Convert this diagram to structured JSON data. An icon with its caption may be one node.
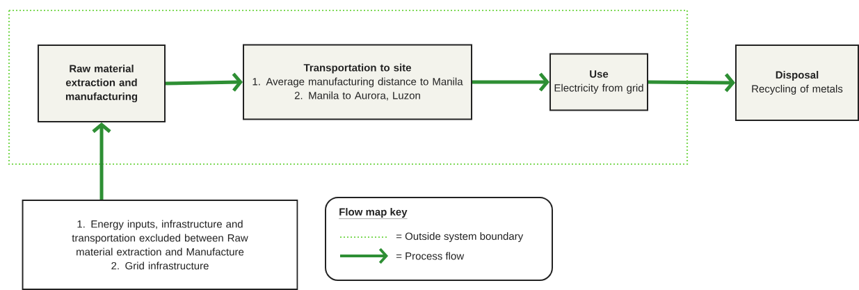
{
  "diagram": {
    "nodes": [
      {
        "text": [
          "Raw material extraction and manufacturing"
        ]
      },
      {
        "text": [
          "Transportation to site",
          "1. Average manufacturing distance to Manila",
          "2. Manila to Aurora, Luzon"
        ]
      },
      {
        "text": [
          "Use",
          "Electricity from grid"
        ]
      },
      {
        "text": [
          "Disposal",
          "Recycling of metals"
        ]
      },
      {
        "text": [
          "1. Energy inputs, infrastructure and transportation excluded between Raw material extraction and Manufacture",
          "2. Grid infrastructure"
        ]
      }
    ],
    "edges": [
      {
        "from": 4,
        "to": 0,
        "arrow": "to"
      },
      {
        "from": 0,
        "to": 1,
        "arrow": "to"
      },
      {
        "from": 1,
        "to": 2,
        "arrow": "to"
      },
      {
        "from": 2,
        "to": 3,
        "arrow": "to"
      }
    ],
    "labels": [
      "Flow map key"
    ],
    "legend": [
      {
        "text": "= Outside system boundary"
      },
      {
        "text": "= Process flow"
      }
    ]
  }
}
